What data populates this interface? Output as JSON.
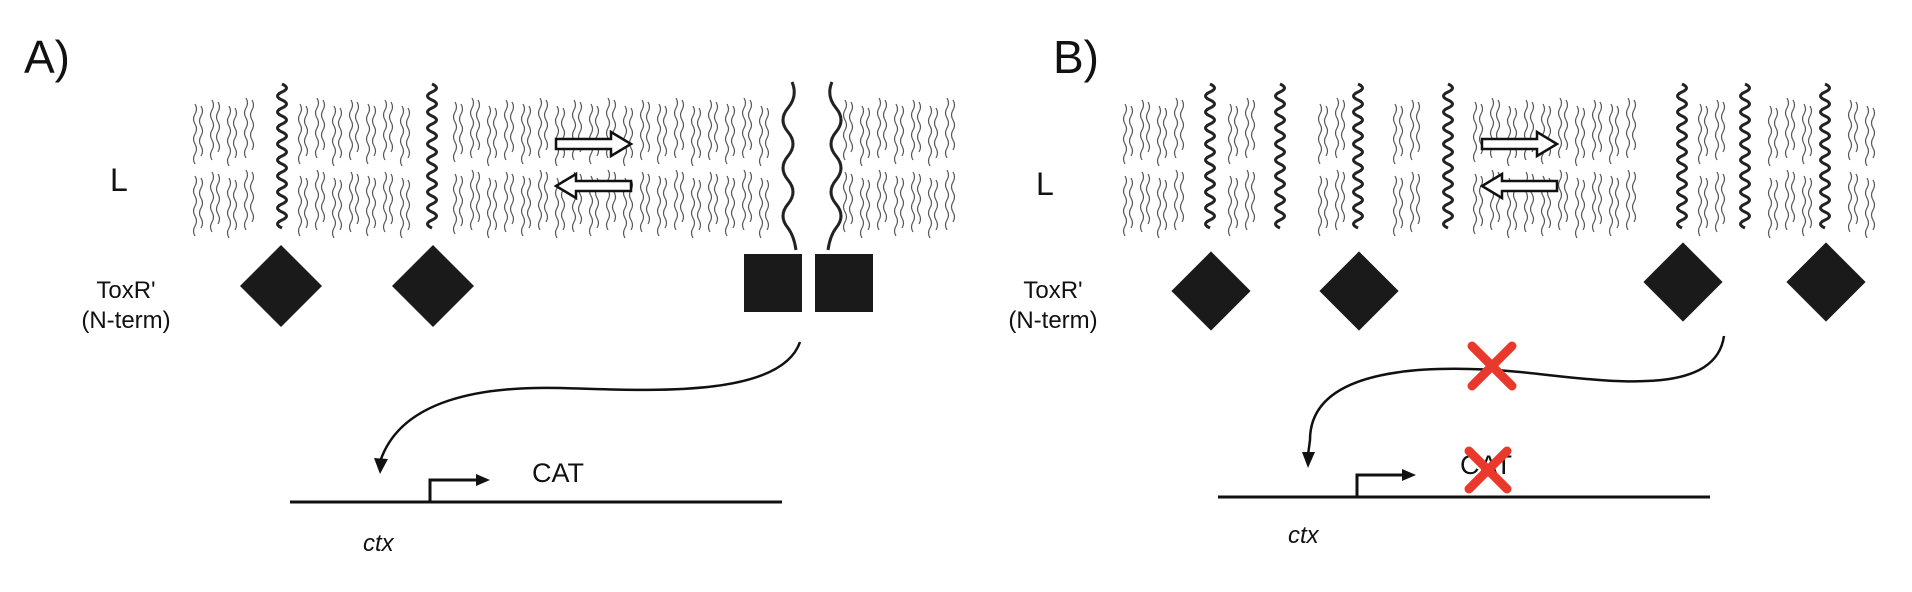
{
  "figure": {
    "panel_a": {
      "label": "A)",
      "lipid_label": "L",
      "protein_label_line1": "ToxR'",
      "protein_label_line2": "(N-term)",
      "gene_label": "CAT",
      "promoter_label": "ctx",
      "state": "dimer-active"
    },
    "panel_b": {
      "label": "B)",
      "lipid_label": "L",
      "protein_label_line1": "ToxR'",
      "protein_label_line2": "(N-term)",
      "gene_label": "CAT",
      "promoter_label": "ctx",
      "state": "monomer-inactive"
    },
    "colors": {
      "ink": "#111111",
      "lipid": "#555555",
      "block_mark": "#e8392c"
    }
  }
}
